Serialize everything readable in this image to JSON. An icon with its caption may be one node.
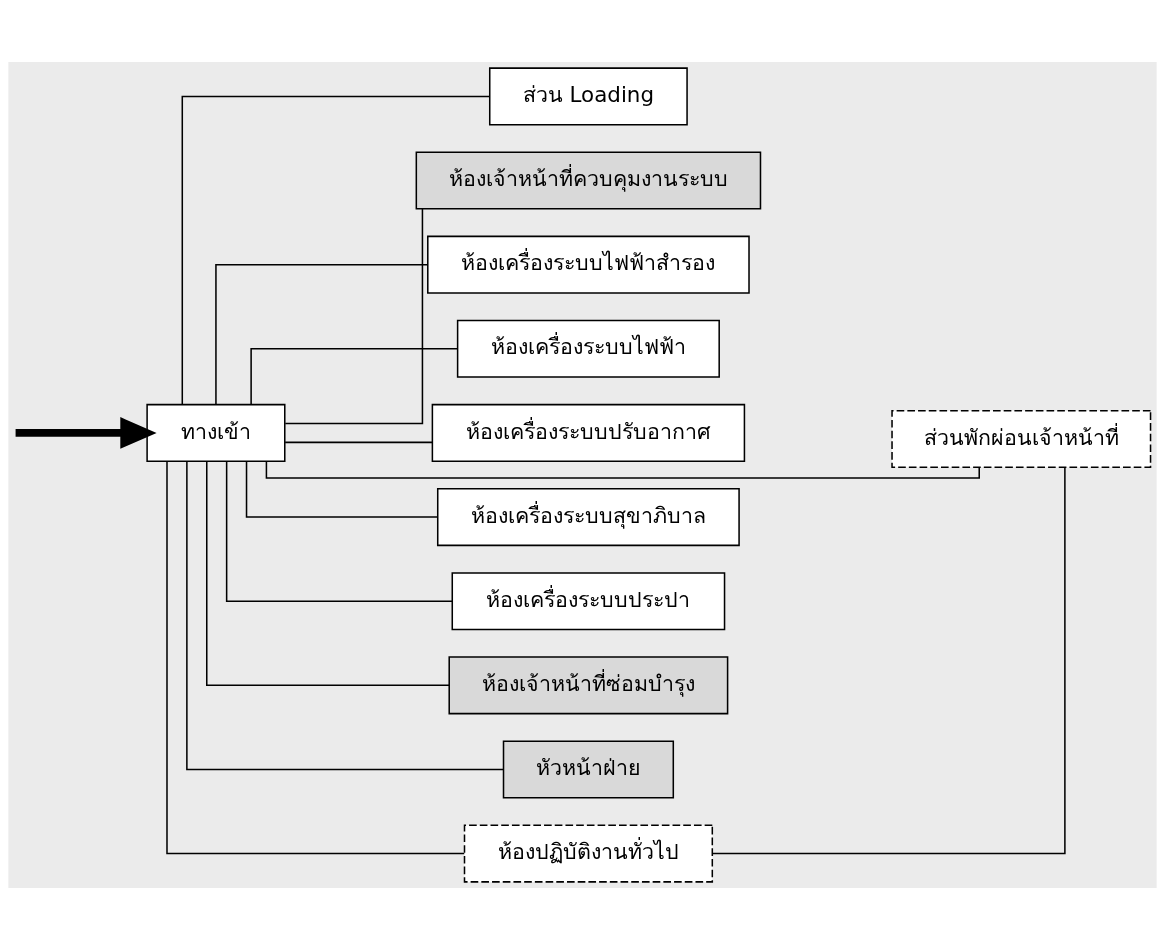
{
  "diagram": {
    "nodes": [
      {
        "text": [
          "ส่วน Loading"
        ]
      },
      {
        "text": [
          "ห้องเจ้าหน้าที่ควบคุมงานระบบ"
        ]
      },
      {
        "text": [
          "ห้องเครื่องระบบไฟฟ้าสำรอง"
        ]
      },
      {
        "text": [
          "ห้องเครื่องระบบไฟฟ้า"
        ]
      },
      {
        "text": [
          "ห้องเครื่องระบบปรับอากาศ"
        ]
      },
      {
        "text": [
          "ห้องเครื่องระบบสุขาภิบาล"
        ]
      },
      {
        "text": [
          "ห้องเครื่องระบบประปา"
        ]
      },
      {
        "text": [
          "ห้องเจ้าหน้าที่ซ่อมบำรุง"
        ]
      },
      {
        "text": [
          "หัวหน้าฝ่าย"
        ]
      },
      {
        "text": [
          "ห้องปฏิบัติงานทั่วไป"
        ]
      },
      {
        "text": [
          "ส่วนพักผ่อนเจ้าหน้าที่"
        ]
      },
      {
        "text": [
          "ทางเข้า"
        ]
      }
    ],
    "edges": [
      {
        "from": 11,
        "to": 0,
        "arrow": "none"
      },
      {
        "from": 11,
        "to": 1,
        "arrow": "none"
      },
      {
        "from": 11,
        "to": 2,
        "arrow": "none"
      },
      {
        "from": 11,
        "to": 3,
        "arrow": "none"
      },
      {
        "from": 11,
        "to": 4,
        "arrow": "none"
      },
      {
        "from": 11,
        "to": 5,
        "arrow": "none"
      },
      {
        "from": 11,
        "to": 6,
        "arrow": "none"
      },
      {
        "from": 11,
        "to": 7,
        "arrow": "none"
      },
      {
        "from": 11,
        "to": 8,
        "arrow": "none"
      },
      {
        "from": 11,
        "to": 9,
        "arrow": "none"
      },
      {
        "from": 9,
        "to": 10,
        "arrow": "none"
      },
      {
        "from": 10,
        "to": 11,
        "arrow": "none"
      },
      {
        "from": null,
        "to": 11,
        "arrow": "to",
        "style": "thick"
      }
    ]
  }
}
